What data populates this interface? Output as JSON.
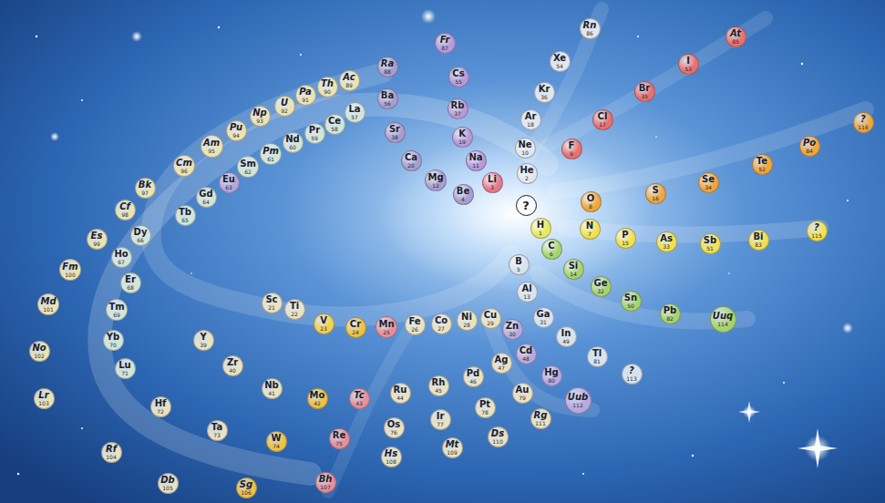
{
  "diagram": {
    "nodes": [
      {
        "text": [
          "?"
        ]
      },
      {
        "text": [
          "H",
          "1"
        ]
      },
      {
        "text": [
          "He",
          "2"
        ]
      },
      {
        "text": [
          "Li",
          "3"
        ]
      },
      {
        "text": [
          "Be",
          "4"
        ]
      },
      {
        "text": [
          "B",
          "5"
        ]
      },
      {
        "text": [
          "C",
          "6"
        ]
      },
      {
        "text": [
          "N",
          "7"
        ]
      },
      {
        "text": [
          "O",
          "8"
        ]
      },
      {
        "text": [
          "F",
          "9"
        ]
      },
      {
        "text": [
          "Ne",
          "10"
        ]
      },
      {
        "text": [
          "Na",
          "11"
        ]
      },
      {
        "text": [
          "Mg",
          "12"
        ]
      },
      {
        "text": [
          "Al",
          "13"
        ]
      },
      {
        "text": [
          "Si",
          "14"
        ]
      },
      {
        "text": [
          "P",
          "15"
        ]
      },
      {
        "text": [
          "S",
          "16"
        ]
      },
      {
        "text": [
          "Cl",
          "17"
        ]
      },
      {
        "text": [
          "Ar",
          "18"
        ]
      },
      {
        "text": [
          "K",
          "19"
        ]
      },
      {
        "text": [
          "Ca",
          "20"
        ]
      },
      {
        "text": [
          "Sc",
          "21"
        ]
      },
      {
        "text": [
          "Ti",
          "22"
        ]
      },
      {
        "text": [
          "V",
          "23"
        ]
      },
      {
        "text": [
          "Cr",
          "24"
        ]
      },
      {
        "text": [
          "Mn",
          "25"
        ]
      },
      {
        "text": [
          "Fe",
          "26"
        ]
      },
      {
        "text": [
          "Co",
          "27"
        ]
      },
      {
        "text": [
          "Ni",
          "28"
        ]
      },
      {
        "text": [
          "Cu",
          "29"
        ]
      },
      {
        "text": [
          "Zn",
          "30"
        ]
      },
      {
        "text": [
          "Ga",
          "31"
        ]
      },
      {
        "text": [
          "Ge",
          "32"
        ]
      },
      {
        "text": [
          "As",
          "33"
        ]
      },
      {
        "text": [
          "Se",
          "34"
        ]
      },
      {
        "text": [
          "Br",
          "35"
        ]
      },
      {
        "text": [
          "Kr",
          "36"
        ]
      },
      {
        "text": [
          "Rb",
          "37"
        ]
      },
      {
        "text": [
          "Sr",
          "38"
        ]
      },
      {
        "text": [
          "Y",
          "39"
        ]
      },
      {
        "text": [
          "Zr",
          "40"
        ]
      },
      {
        "text": [
          "Nb",
          "41"
        ]
      },
      {
        "text": [
          "Mo",
          "42"
        ]
      },
      {
        "text": [
          "Tc",
          "43"
        ]
      },
      {
        "text": [
          "Ru",
          "44"
        ]
      },
      {
        "text": [
          "Rh",
          "45"
        ]
      },
      {
        "text": [
          "Pd",
          "46"
        ]
      },
      {
        "text": [
          "Ag",
          "47"
        ]
      },
      {
        "text": [
          "Cd",
          "48"
        ]
      },
      {
        "text": [
          "In",
          "49"
        ]
      },
      {
        "text": [
          "Sn",
          "50"
        ]
      },
      {
        "text": [
          "Sb",
          "51"
        ]
      },
      {
        "text": [
          "Te",
          "52"
        ]
      },
      {
        "text": [
          "I",
          "53"
        ]
      },
      {
        "text": [
          "Xe",
          "54"
        ]
      },
      {
        "text": [
          "Cs",
          "55"
        ]
      },
      {
        "text": [
          "Ba",
          "56"
        ]
      },
      {
        "text": [
          "La",
          "57"
        ]
      },
      {
        "text": [
          "Ce",
          "58"
        ]
      },
      {
        "text": [
          "Pr",
          "59"
        ]
      },
      {
        "text": [
          "Nd",
          "60"
        ]
      },
      {
        "text": [
          "Pm",
          "61"
        ]
      },
      {
        "text": [
          "Sm",
          "62"
        ]
      },
      {
        "text": [
          "Eu",
          "63"
        ]
      },
      {
        "text": [
          "Gd",
          "64"
        ]
      },
      {
        "text": [
          "Tb",
          "65"
        ]
      },
      {
        "text": [
          "Dy",
          "66"
        ]
      },
      {
        "text": [
          "Ho",
          "67"
        ]
      },
      {
        "text": [
          "Er",
          "68"
        ]
      },
      {
        "text": [
          "Tm",
          "69"
        ]
      },
      {
        "text": [
          "Yb",
          "70"
        ]
      },
      {
        "text": [
          "Lu",
          "71"
        ]
      },
      {
        "text": [
          "Hf",
          "72"
        ]
      },
      {
        "text": [
          "Ta",
          "73"
        ]
      },
      {
        "text": [
          "W",
          "74"
        ]
      },
      {
        "text": [
          "Re",
          "75"
        ]
      },
      {
        "text": [
          "Os",
          "76"
        ]
      },
      {
        "text": [
          "Ir",
          "77"
        ]
      },
      {
        "text": [
          "Pt",
          "78"
        ]
      },
      {
        "text": [
          "Au",
          "79"
        ]
      },
      {
        "text": [
          "Hg",
          "80"
        ]
      },
      {
        "text": [
          "Tl",
          "81"
        ]
      },
      {
        "text": [
          "Pb",
          "82"
        ]
      },
      {
        "text": [
          "Bi",
          "83"
        ]
      },
      {
        "text": [
          "Po",
          "84"
        ]
      },
      {
        "text": [
          "At",
          "85"
        ]
      },
      {
        "text": [
          "Rn",
          "86"
        ]
      },
      {
        "text": [
          "Fr",
          "87"
        ]
      },
      {
        "text": [
          "Ra",
          "88"
        ]
      },
      {
        "text": [
          "Ac",
          "89"
        ]
      },
      {
        "text": [
          "Th",
          "90"
        ]
      },
      {
        "text": [
          "Pa",
          "91"
        ]
      },
      {
        "text": [
          "U",
          "92"
        ]
      },
      {
        "text": [
          "Np",
          "93"
        ]
      },
      {
        "text": [
          "Pu",
          "94"
        ]
      },
      {
        "text": [
          "Am",
          "95"
        ]
      },
      {
        "text": [
          "Cm",
          "96"
        ]
      },
      {
        "text": [
          "Bk",
          "97"
        ]
      },
      {
        "text": [
          "Cf",
          "98"
        ]
      },
      {
        "text": [
          "Es",
          "99"
        ]
      },
      {
        "text": [
          "Fm",
          "100"
        ]
      },
      {
        "text": [
          "Md",
          "101"
        ]
      },
      {
        "text": [
          "No",
          "102"
        ]
      },
      {
        "text": [
          "Lr",
          "103"
        ]
      },
      {
        "text": [
          "Rf",
          "104"
        ]
      },
      {
        "text": [
          "Db",
          "105"
        ]
      },
      {
        "text": [
          "Sg",
          "106"
        ]
      },
      {
        "text": [
          "Bh",
          "107"
        ]
      },
      {
        "text": [
          "Hs",
          "108"
        ]
      },
      {
        "text": [
          "Mt",
          "109"
        ]
      },
      {
        "text": [
          "Ds",
          "110"
        ]
      },
      {
        "text": [
          "Rg",
          "111"
        ]
      },
      {
        "text": [
          "Uub",
          "112"
        ]
      },
      {
        "text": [
          "?",
          "113"
        ]
      },
      {
        "text": [
          "Uuq",
          "114"
        ]
      },
      {
        "text": [
          "?",
          "115"
        ]
      },
      {
        "text": [
          "?",
          "116"
        ]
      }
    ]
  }
}
